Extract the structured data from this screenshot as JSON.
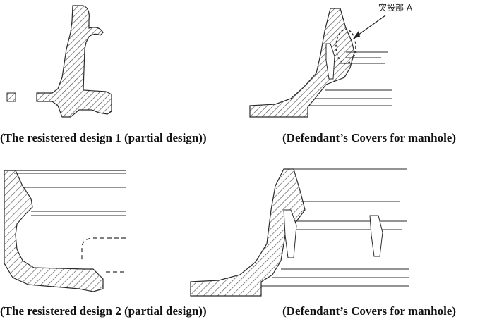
{
  "figures": {
    "top_left_caption": "(The resistered design 1 (partial design))",
    "top_right_caption": "(Defendant’s Covers for manhole)",
    "bottom_left_caption": "(The resistered design 2 (partial design))",
    "bottom_right_caption": "(Defendant’s Covers for manhole)",
    "callout_label": "突設部 A"
  },
  "colors": {
    "line": "#2a2a2a",
    "hatch": "#555555",
    "dash": "#333333"
  }
}
